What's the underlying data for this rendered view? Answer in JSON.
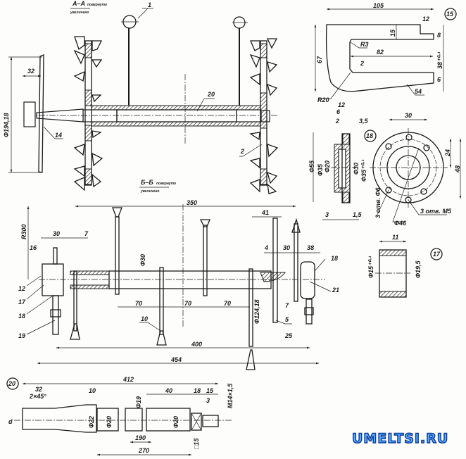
{
  "view_aa": {
    "title": "А–А",
    "note": "повернуто",
    "note2": "увеличено"
  },
  "view_bb": {
    "title": "Б–Б",
    "note": "повернуто",
    "note2": "увеличено"
  },
  "top_view": {
    "callout_1": "1",
    "callout_2": "2",
    "callout_14": "14",
    "callout_20": "20",
    "dim_32": "32",
    "dim_dia": "Ф194,18"
  },
  "part15": {
    "number": "15",
    "d105": "105",
    "d12": "12",
    "d15": "15",
    "dR3": "R3",
    "d82": "82",
    "d2": "2",
    "d67": "67",
    "d38": "38⁺⁰·¹",
    "d8": "8",
    "d6": "6",
    "dR20": "R20",
    "d54": "54"
  },
  "part18": {
    "number": "18",
    "d12": "12",
    "d6": "6",
    "d2": "2",
    "d35s": "3,5",
    "dia55": "Ф55",
    "dia35": "Ф35",
    "dia20": "Ф20",
    "dia30": "Ф30",
    "dia35fit": "Ф35⁺⁰·¹",
    "d3": "3",
    "d15": "1,5",
    "d30": "30",
    "d24": "24",
    "d48": "48",
    "holes6": "3 отв. Ф6",
    "holesM5": "3 отв. М5",
    "dia46": "Ф46"
  },
  "part17": {
    "number": "17",
    "d11": "11",
    "dia15": "Ф15⁺⁰·¹",
    "dia195": "Ф19,5"
  },
  "main_view": {
    "d350": "350",
    "r300": "R300",
    "d30a": "30",
    "d7a": "7",
    "c16": "16",
    "c12": "12",
    "c17": "17",
    "c18a": "18",
    "c19": "19",
    "dia30": "Ф30",
    "d70a": "70",
    "d70b": "70",
    "d70c": "70",
    "c10": "10",
    "dia124": "Ф124,18",
    "d41": "41",
    "d4": "4",
    "d30b": "30",
    "d38": "38",
    "c18b": "18",
    "c21": "21",
    "d7b": "7",
    "c5": "5",
    "d25": "25",
    "d400": "400",
    "d454": "454"
  },
  "part20": {
    "number": "20",
    "d412": "412",
    "d32": "32",
    "chamfer": "2×45°",
    "d10": "10",
    "d40": "40",
    "d18": "18",
    "d15": "15",
    "d3": "3",
    "thread": "М14×1,5",
    "d": "d",
    "dia22": "Ф22",
    "dia20a": "Ф20",
    "dia19": "Ф19",
    "dia20b": "Ф20",
    "sq15": "□15",
    "d190": "190",
    "d270": "270"
  },
  "watermark": "UMELTSI.RU"
}
